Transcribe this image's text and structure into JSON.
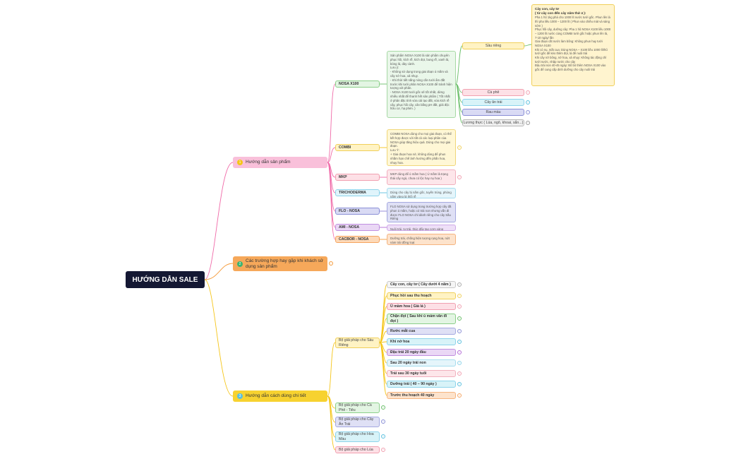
{
  "root": "HƯỚNG DẪN SALE",
  "sections": [
    {
      "num": "1",
      "label": "Hướng dẫn sản phẩm"
    },
    {
      "num": "2",
      "label": "Các trường hợp hay gặp khi khách sử dụng sản phẩm"
    },
    {
      "num": "3",
      "label": "Hướng dẫn cách dùng chi tiết"
    }
  ],
  "products": [
    {
      "name": "NOSA X100",
      "desc": "Sản phẩm NOSA X100 là sản phẩm chuyên phục hồi, kích rễ, kích đọt, bung rễ, xanh lá, bóng lá, dày cành.\nLưu ý:\n- Không sử dụng trong giai đoạn ủ mầm và cây nở hoa, xả nhụy.\n- Khi thời tiết nắng nóng cần tưới ẩm đất trước khi tưới phân NOSA X100 để tránh hiện tượng xót phân.\n- NOSA X100 tưới gốc sẽ tốt nhất, dừng nhiều nhất để thanh hết sản phẩm ( Tốt nhất ở phân đặc tính vừa cải tạo đất, vừa kích rễ cây, phục hồi cây, cân bằng pH đất, giải độc hữu cơ, hạ phèn. )"
    },
    {
      "name": "COMBI",
      "desc": "COMBI NOSA dùng cho mọi giai đoạn, có thể kết hợp được với tất cả các loại phân của NOSA giúp tăng hiệu quả. Dùng cho mọi giai đoạn.\nLưu Ý:\n+ Giai đoạn hoa nở, không dùng để phun nhằm hạn chế ảnh hưởng đến phấn hoa, nhụy hoa."
    },
    {
      "name": "MKP",
      "desc": "MKP dùng để ủ mầm hoa ( Ủ mầm là trạng thái cây ngủ, chưa có lộc hay nụ hoa )"
    },
    {
      "name": "TRICHODERMA",
      "desc": "Dùng cho cây bị nấm gốc, tuyến trùng, phòng nấm vàng lá thối rễ"
    },
    {
      "name": "FLO - NOSA",
      "desc": "FLO NOSA sử dụng trong trường hợp cây đã phun ủ mầm, hoặc có trái non nhưng vẫn đi được FLO NOSA chỉ dành riêng cho cây Sầu Riêng"
    },
    {
      "name": "AMI - NOSA",
      "desc": "Nuôi trái, to trái, thúc đẩy tạo cơm vàng"
    },
    {
      "name": "CACBOR - NOSA",
      "desc": "Dưỡng trái, chống hiện tượng rụng hoa, nứt nám trái đồng loạt"
    }
  ],
  "crops": [
    "Sầu riêng",
    "Cà phê",
    "Cây ăn trái",
    "Rau màu",
    "Lương thực ( Lúa, ngô, khoai, sắn...)"
  ],
  "durian_note": {
    "title": "Cây con, cây tơ\n( từ cây con đến cây năm thứ 4 ):",
    "body": "Pha 1 hũ 1kg phá cho 1000 lít nước tưới gốc. Phun lên lá thì pha liều 1000 – 1200 lít ( Phun vào chiều mát và sáng sớm )\nPhục hồi cây, dưỡng cây: Pha 1 hũ NOSA X100 liều 1000 – 1200 lít nước cùng COMBI tưới gốc hoặc phun lên lá, 7-10 ngày/ lần\nGiai đoạn cắt nước làm bông: Không phun hay tưới NOSA X100\nKhi có nụ, mắt cua: Dùng NOSA – X100 liều 1000 lít/hũ tưới gốc để kéo thêm đọt, lá để nuôi trái\nKhi cây nở bông, nở hoa, xả nhụy: Không tác động chỉ tưới nước, nhặp nước cho cây\nĐậu trái non 40-45 ngày: Bổ bỏ thêm NOSA X100 vào gốc để cung cấp dinh dưỡng cho cây nuôi trái"
  },
  "solutions": [
    {
      "label": "Bộ giải pháp cho Sầu Riêng"
    },
    {
      "label": "Bộ giải pháp cho Cà Phê - Tiêu"
    },
    {
      "label": "Bộ giải pháp cho Cây Ăn Trái"
    },
    {
      "label": "Bộ giải pháp cho Hoa Màu"
    },
    {
      "label": "Bộ giải pháp cho Lúa"
    }
  ],
  "durian_stages": [
    "Cây con, cây tơ ( Cây dưới 4 năm )",
    "Phục hồi sau thu hoạch",
    "Ủ mầm hoa ( Già lá )",
    "Chặn đọt ( Sau khi  ủ mầm vẫn đi đọt )",
    "Rước mắt cua",
    "Khi nở hoa",
    "Đậu trái 20 ngày đầu",
    "Sau 20 ngày trái non",
    "Trái sau 30 ngày tuổi",
    "Dưỡng trái ( 40 – 90 ngày )",
    "Trước thu hoạch 40 ngày"
  ],
  "colors": {
    "root": "#141833",
    "pink": "#f06aa8",
    "orange": "#f59a3a",
    "yellow": "#f5c518"
  }
}
